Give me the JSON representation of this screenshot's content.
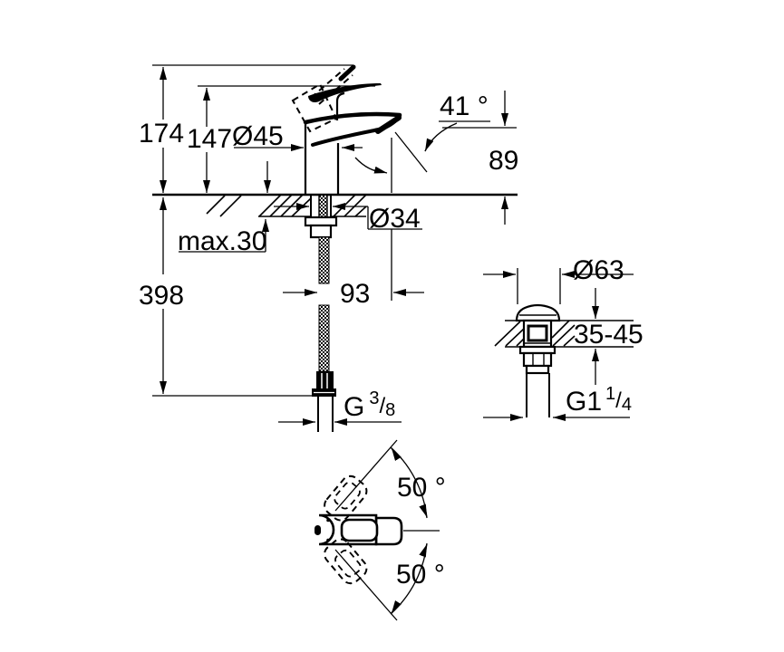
{
  "drawing_type": "faucet-dimension-diagram",
  "colors": {
    "ink": "#000000",
    "background": "#ffffff"
  },
  "views": {
    "side": {
      "height_total": "174",
      "height_upper": "147",
      "body_diameter": "Ø45",
      "stream_angle": "41 °",
      "spout_height": "89",
      "max_mounting_thickness": "max.30",
      "hole_diameter": "Ø34",
      "hose_length": "398",
      "spout_projection": "93",
      "supply_thread": {
        "g": "G",
        "num": "3",
        "slash": "/",
        "den": "8"
      }
    },
    "drain": {
      "flange_diameter": "Ø63",
      "deck_thickness_range": "35-45",
      "thread": {
        "g": "G1",
        "num": "1",
        "slash": "/",
        "den": "4"
      }
    },
    "top": {
      "swivel_upper": "50 °",
      "swivel_lower": "50 °"
    }
  }
}
